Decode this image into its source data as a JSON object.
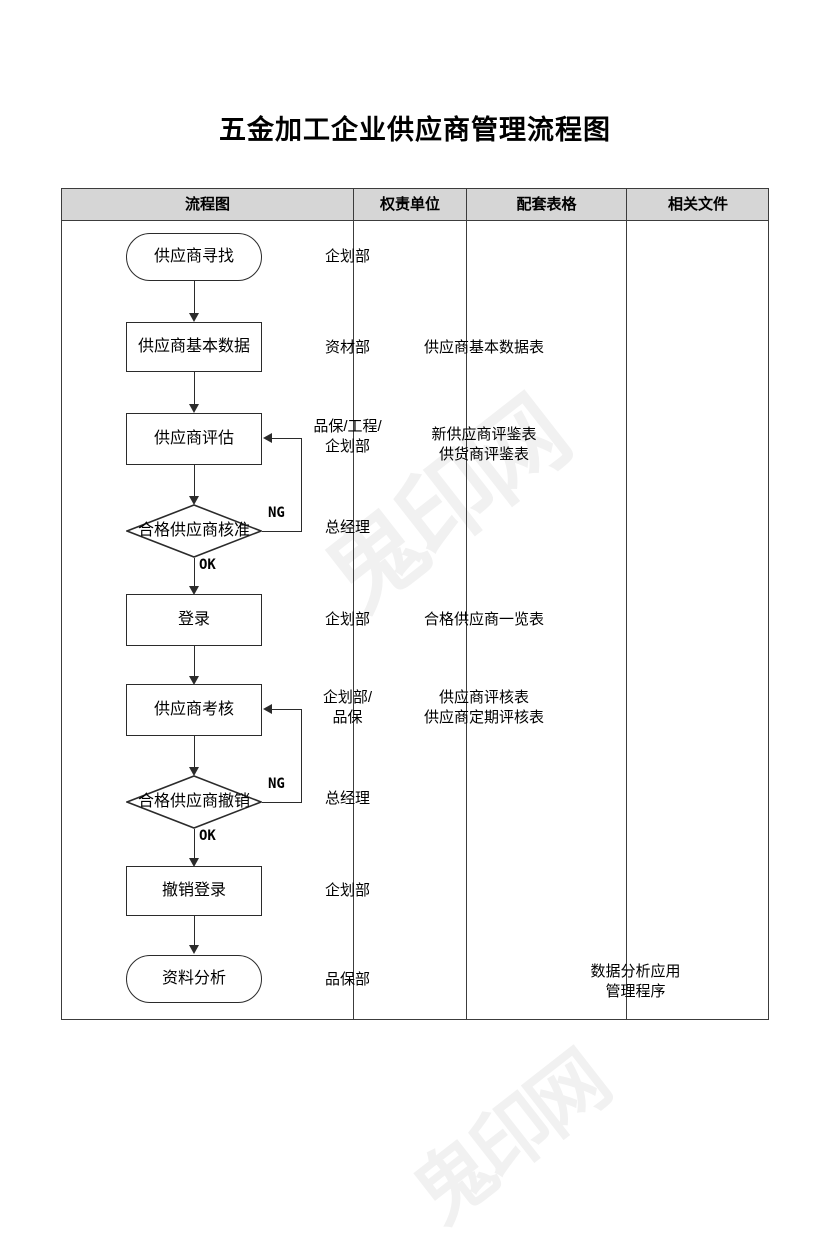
{
  "document": {
    "title": "五金加工企业供应商管理流程图",
    "watermark": "鬼印网"
  },
  "table": {
    "headers": [
      {
        "key": "flow",
        "label": "流程图"
      },
      {
        "key": "resp",
        "label": "权责单位"
      },
      {
        "key": "form",
        "label": "配套表格"
      },
      {
        "key": "doc",
        "label": "相关文件"
      }
    ]
  },
  "flow": {
    "nodes": [
      {
        "id": "n1",
        "shape": "stadium",
        "label": "供应商寻找"
      },
      {
        "id": "n2",
        "shape": "rect",
        "label": "供应商基本数据"
      },
      {
        "id": "n3",
        "shape": "rect",
        "label": "供应商评估"
      },
      {
        "id": "n4",
        "shape": "diamond",
        "label": "合格供应商核准"
      },
      {
        "id": "n5",
        "shape": "rect",
        "label": "登录"
      },
      {
        "id": "n6",
        "shape": "rect",
        "label": "供应商考核"
      },
      {
        "id": "n7",
        "shape": "diamond",
        "label": "合格供应商撤销"
      },
      {
        "id": "n8",
        "shape": "rect",
        "label": "撤销登录"
      },
      {
        "id": "n9",
        "shape": "stadium",
        "label": "资料分析"
      }
    ],
    "edge_labels": {
      "ng1": "NG",
      "ok1": "OK",
      "ng2": "NG",
      "ok2": "OK"
    }
  },
  "rows": [
    {
      "resp": "企划部",
      "form": "",
      "doc": ""
    },
    {
      "resp": "资材部",
      "form": "供应商基本数据表",
      "doc": ""
    },
    {
      "resp": "品保/工程/\n企划部",
      "form": "新供应商评鉴表\n供货商评鉴表",
      "doc": ""
    },
    {
      "resp": "总经理",
      "form": "",
      "doc": ""
    },
    {
      "resp": "企划部",
      "form": "合格供应商一览表",
      "doc": ""
    },
    {
      "resp": "企划部/\n品保",
      "form": "供应商评核表\n供应商定期评核表",
      "doc": ""
    },
    {
      "resp": "总经理",
      "form": "",
      "doc": ""
    },
    {
      "resp": "企划部",
      "form": "",
      "doc": ""
    },
    {
      "resp": "品保部",
      "form": "",
      "doc": "数据分析应用\n管理程序"
    }
  ],
  "colors": {
    "header_fill": "#d6d6d6",
    "line": "#2b2b2b",
    "text": "#000000",
    "watermark": "#f1f1f1"
  }
}
